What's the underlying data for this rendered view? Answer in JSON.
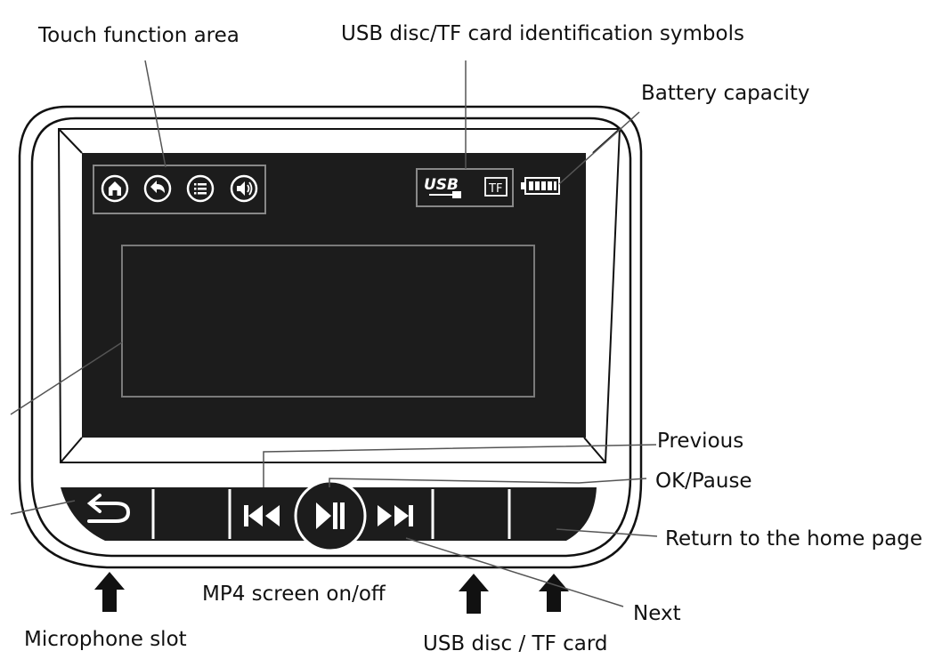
{
  "labels": {
    "touch_function_area": "Touch function area",
    "usb_tf_symbols": "USB disc/TF card identification symbols",
    "battery_capacity": "Battery capacity",
    "previous": "Previous",
    "ok_pause": "OK/Pause",
    "return_home": "Return to the home page",
    "mp4_screen": "MP4 screen on/off",
    "next": "Next",
    "microphone_slot": "Microphone slot",
    "usb_tf_card": "USB disc / TF card"
  },
  "status_icons": {
    "usb_text": "USB",
    "tf_text": "TF"
  },
  "touch_icons": [
    "home-icon",
    "back-arrow-icon",
    "menu-list-icon",
    "speaker-volume-icon"
  ],
  "button_icons": [
    "return-icon",
    "previous-track-icon",
    "play-pause-icon",
    "next-track-icon"
  ],
  "colors": {
    "screen": "#1c1c1c",
    "outline": "#111111",
    "callout": "#555555",
    "inner_frame": "#7a7a7a"
  }
}
